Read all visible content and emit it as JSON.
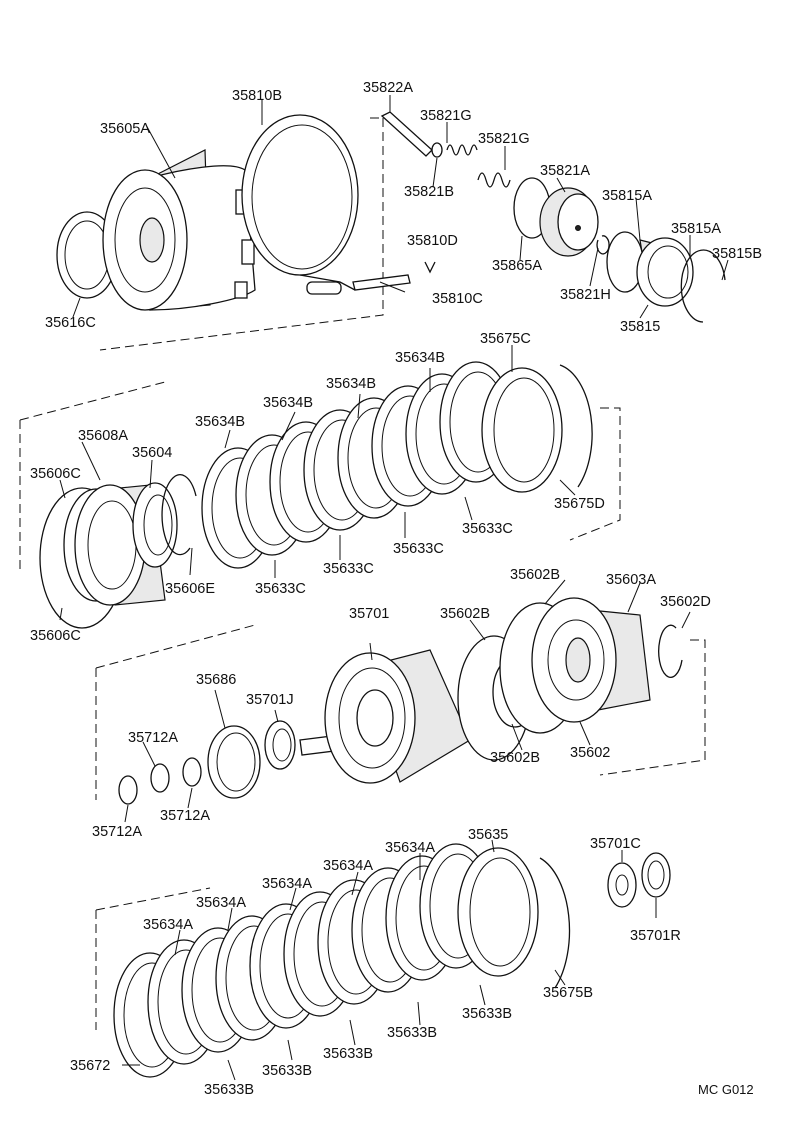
{
  "figure_code": "MC G012",
  "labels": [
    {
      "id": "l1",
      "text": "35810B"
    },
    {
      "id": "l2",
      "text": "35822A"
    },
    {
      "id": "l3",
      "text": "35605A"
    },
    {
      "id": "l4",
      "text": "35821G"
    },
    {
      "id": "l5",
      "text": "35821G"
    },
    {
      "id": "l6",
      "text": "35821A"
    },
    {
      "id": "l7",
      "text": "35821B"
    },
    {
      "id": "l8",
      "text": "35815A"
    },
    {
      "id": "l9",
      "text": "35815A"
    },
    {
      "id": "l10",
      "text": "35810D"
    },
    {
      "id": "l11",
      "text": "35865A"
    },
    {
      "id": "l12",
      "text": "35815B"
    },
    {
      "id": "l13",
      "text": "35821H"
    },
    {
      "id": "l14",
      "text": "35810C"
    },
    {
      "id": "l15",
      "text": "35616C"
    },
    {
      "id": "l16",
      "text": "35815"
    },
    {
      "id": "l17",
      "text": "35675C"
    },
    {
      "id": "l18",
      "text": "35634B"
    },
    {
      "id": "l19",
      "text": "35634B"
    },
    {
      "id": "l20",
      "text": "35634B"
    },
    {
      "id": "l21",
      "text": "35634B"
    },
    {
      "id": "l22",
      "text": "35608A"
    },
    {
      "id": "l23",
      "text": "35604"
    },
    {
      "id": "l24",
      "text": "35606C"
    },
    {
      "id": "l25",
      "text": "35675D"
    },
    {
      "id": "l26",
      "text": "35633C"
    },
    {
      "id": "l27",
      "text": "35633C"
    },
    {
      "id": "l28",
      "text": "35633C"
    },
    {
      "id": "l29",
      "text": "35606E"
    },
    {
      "id": "l30",
      "text": "35633C"
    },
    {
      "id": "l31",
      "text": "35602B"
    },
    {
      "id": "l32",
      "text": "35603A"
    },
    {
      "id": "l33",
      "text": "35701"
    },
    {
      "id": "l34",
      "text": "35602B"
    },
    {
      "id": "l35",
      "text": "35602D"
    },
    {
      "id": "l36",
      "text": "35606C"
    },
    {
      "id": "l37",
      "text": "35686"
    },
    {
      "id": "l38",
      "text": "35701J"
    },
    {
      "id": "l39",
      "text": "35712A"
    },
    {
      "id": "l40",
      "text": "35602"
    },
    {
      "id": "l41",
      "text": "35602B"
    },
    {
      "id": "l42",
      "text": "35712A"
    },
    {
      "id": "l43",
      "text": "35712A"
    },
    {
      "id": "l44",
      "text": "35635"
    },
    {
      "id": "l45",
      "text": "35701C"
    },
    {
      "id": "l46",
      "text": "35634A"
    },
    {
      "id": "l47",
      "text": "35634A"
    },
    {
      "id": "l48",
      "text": "35634A"
    },
    {
      "id": "l49",
      "text": "35634A"
    },
    {
      "id": "l50",
      "text": "35701R"
    },
    {
      "id": "l51",
      "text": "35634A"
    },
    {
      "id": "l52",
      "text": "35675B"
    },
    {
      "id": "l53",
      "text": "35633B"
    },
    {
      "id": "l54",
      "text": "35633B"
    },
    {
      "id": "l55",
      "text": "35633B"
    },
    {
      "id": "l56",
      "text": "35633B"
    },
    {
      "id": "l57",
      "text": "35672"
    },
    {
      "id": "l58",
      "text": "35633B"
    }
  ]
}
